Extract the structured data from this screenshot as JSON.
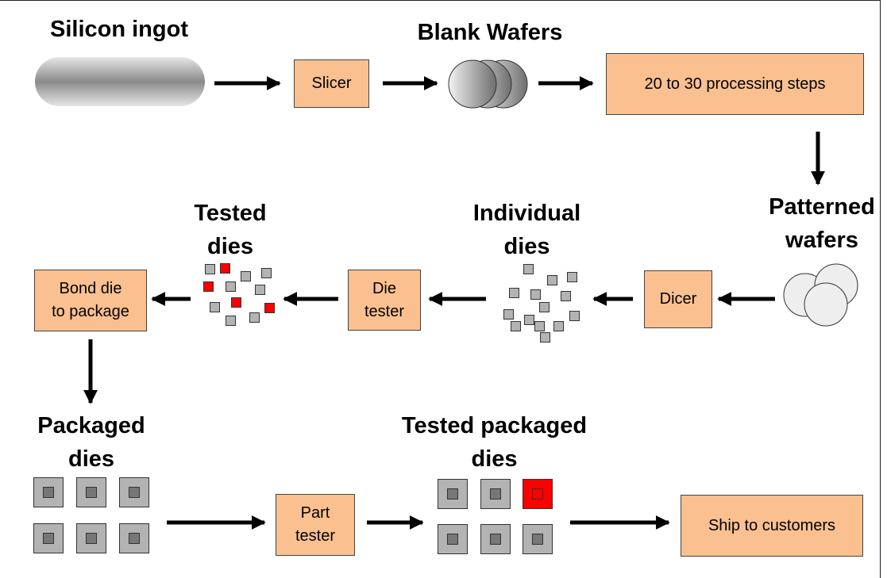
{
  "labels": {
    "silicon_ingot": "Silicon ingot",
    "blank_wafers": "Blank Wafers",
    "patterned_wafers": "Patterned\nwafers",
    "individual_dies": "Individual\ndies",
    "tested_dies": "Tested\ndies",
    "packaged_dies": "Packaged\ndies",
    "tested_packaged_dies": "Tested packaged\ndies"
  },
  "steps": {
    "slicer": "Slicer",
    "processing": "20 to 30 processing steps",
    "dicer": "Dicer",
    "die_tester": "Die\ntester",
    "bond": "Bond die\nto package",
    "part_tester": "Part\ntester",
    "ship": "Ship to customers"
  },
  "colors": {
    "process_box": "#fac090",
    "defective": "#ff0000",
    "die": "#b3b3b3"
  },
  "tested_packaged_defects": [
    false,
    false,
    true,
    false,
    false,
    false
  ]
}
